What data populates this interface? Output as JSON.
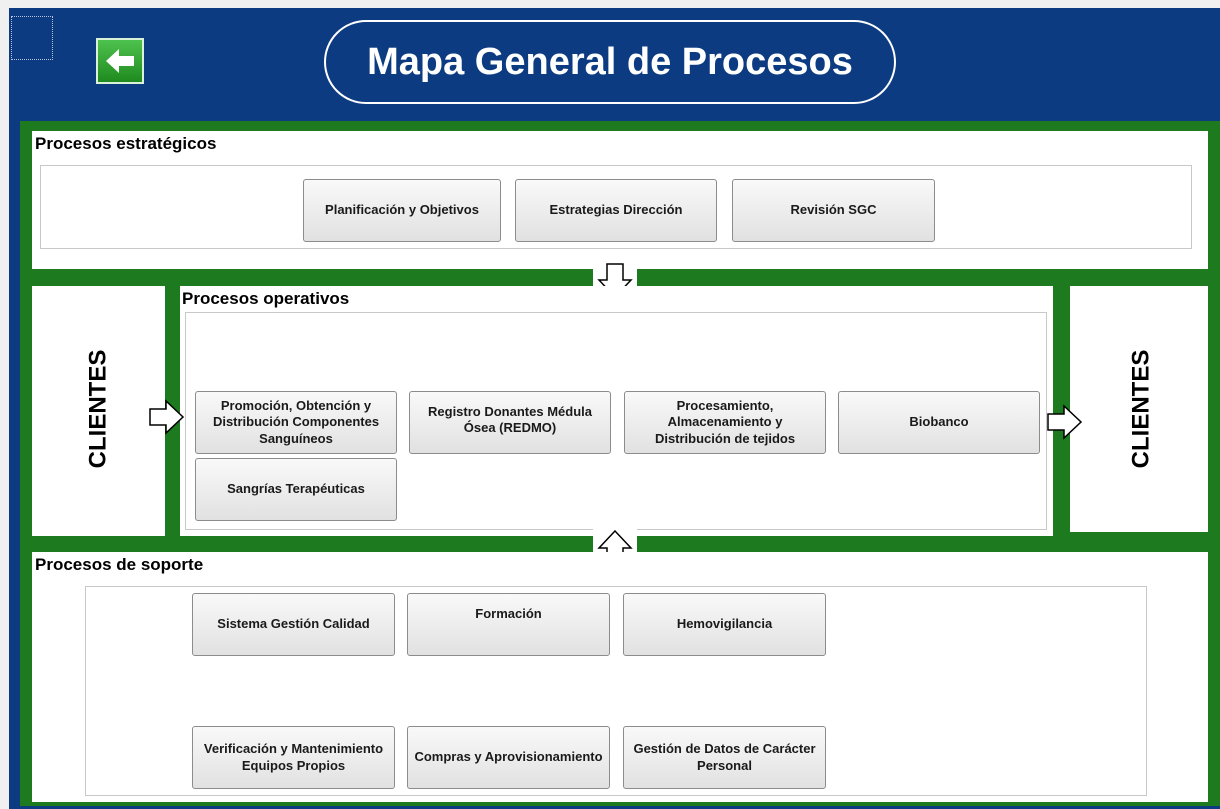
{
  "header": {
    "title": "Mapa General de Procesos",
    "back_button_icon": "arrow-left-icon"
  },
  "colors": {
    "background": "#0d3b82",
    "frame_green": "#1e7a1e",
    "back_button": "#2fa02f"
  },
  "strategic": {
    "title": "Procesos estratégicos",
    "buttons": [
      "Planificación y Objetivos",
      "Estrategias Dirección",
      "Revisión SGC"
    ]
  },
  "operative": {
    "title": "Procesos operativos",
    "buttons": [
      "Promoción, Obtención y Distribución Componentes Sanguíneos",
      "Registro Donantes Médula Ósea (REDMO)",
      "Procesamiento, Almacenamiento y Distribución de tejidos",
      "Biobanco",
      "Sangrías Terapéuticas"
    ]
  },
  "clients": {
    "left_label": "CLIENTES",
    "right_label": "CLIENTES"
  },
  "support": {
    "title": "Procesos de soporte",
    "buttons": [
      "Sistema Gestión Calidad",
      "Formación",
      "Hemovigilancia",
      "Verificación y Mantenimiento Equipos Propios",
      "Compras y Aprovisionamiento",
      "Gestión de Datos de Carácter Personal"
    ]
  }
}
